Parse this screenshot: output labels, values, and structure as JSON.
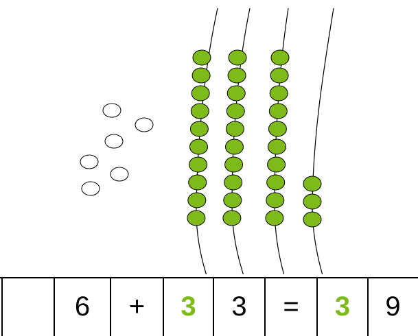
{
  "colors": {
    "bead_fill": "#7fba1b",
    "bead_stroke": "#000000",
    "loose_bead_fill": "#ffffff",
    "highlight_text": "#7fba1b",
    "grid_line": "#000000"
  },
  "abacus": {
    "rods": [
      {
        "name": "rod-1",
        "beads": 10
      },
      {
        "name": "rod-2",
        "beads": 10
      },
      {
        "name": "rod-3",
        "beads": 10
      },
      {
        "name": "rod-4",
        "beads": 3
      }
    ],
    "loose_beads": 6
  },
  "equation": {
    "cells": [
      {
        "text": "",
        "highlight": false
      },
      {
        "text": "6",
        "highlight": false
      },
      {
        "text": "+",
        "highlight": false
      },
      {
        "text": "3",
        "highlight": true
      },
      {
        "text": "3",
        "highlight": false
      },
      {
        "text": "=",
        "highlight": false
      },
      {
        "text": "3",
        "highlight": true
      },
      {
        "text": "9",
        "highlight": false
      }
    ]
  }
}
